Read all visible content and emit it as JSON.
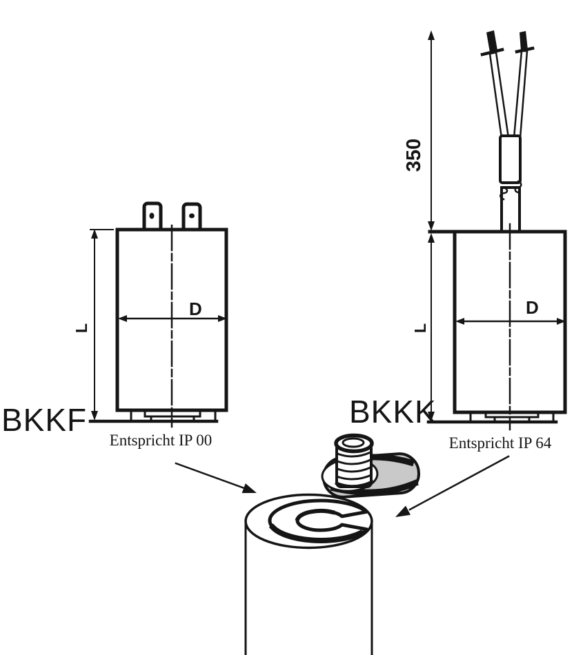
{
  "figures": {
    "bkkf": {
      "name": "BKKF",
      "caption": "Entspricht IP 00",
      "dim_length": "L",
      "dim_diameter": "D"
    },
    "bkkk": {
      "name": "BKKK",
      "caption": "Entspricht IP 64",
      "dim_length": "L",
      "dim_diameter": "D",
      "dim_wire_length": "350"
    }
  },
  "colors": {
    "line": "#151515",
    "background": "#ffffff",
    "plate": "#c9c9c9"
  }
}
